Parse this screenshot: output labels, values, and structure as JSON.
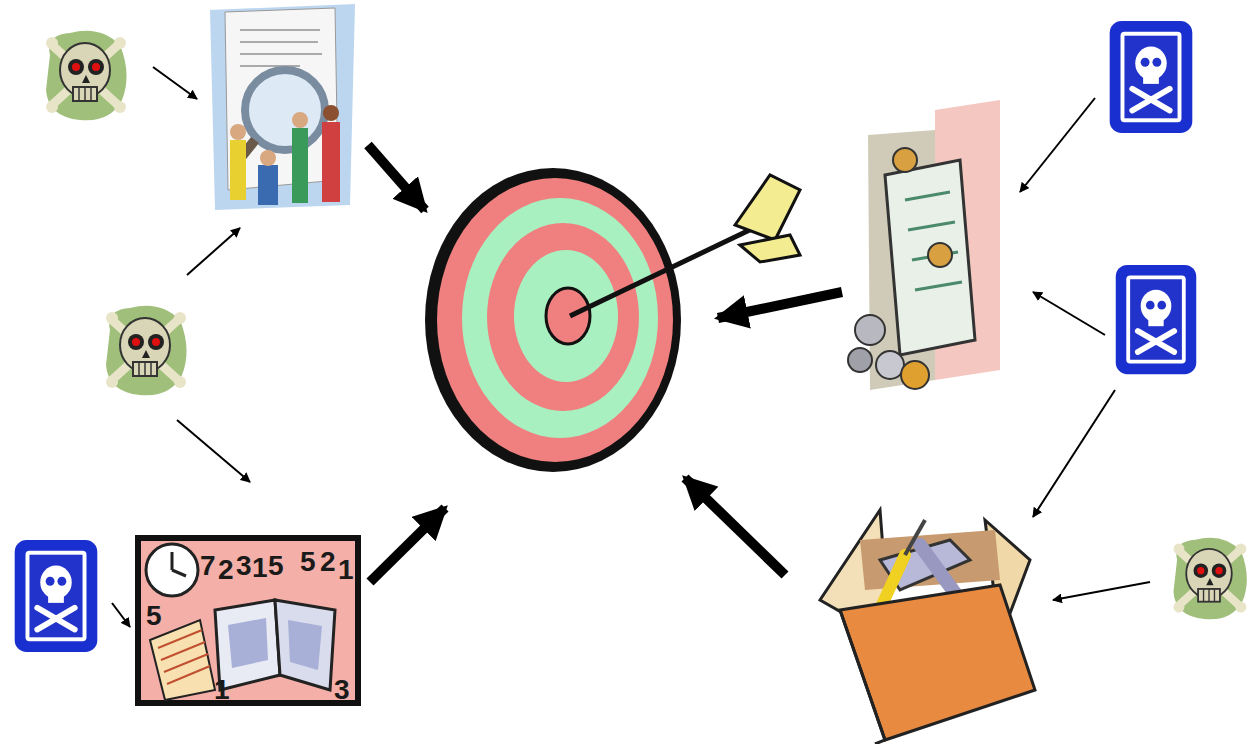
{
  "diagram": {
    "labels": [
      "7",
      "2",
      "3",
      "1",
      "5",
      "5",
      "2",
      "1",
      "5",
      "1",
      "3"
    ]
  }
}
